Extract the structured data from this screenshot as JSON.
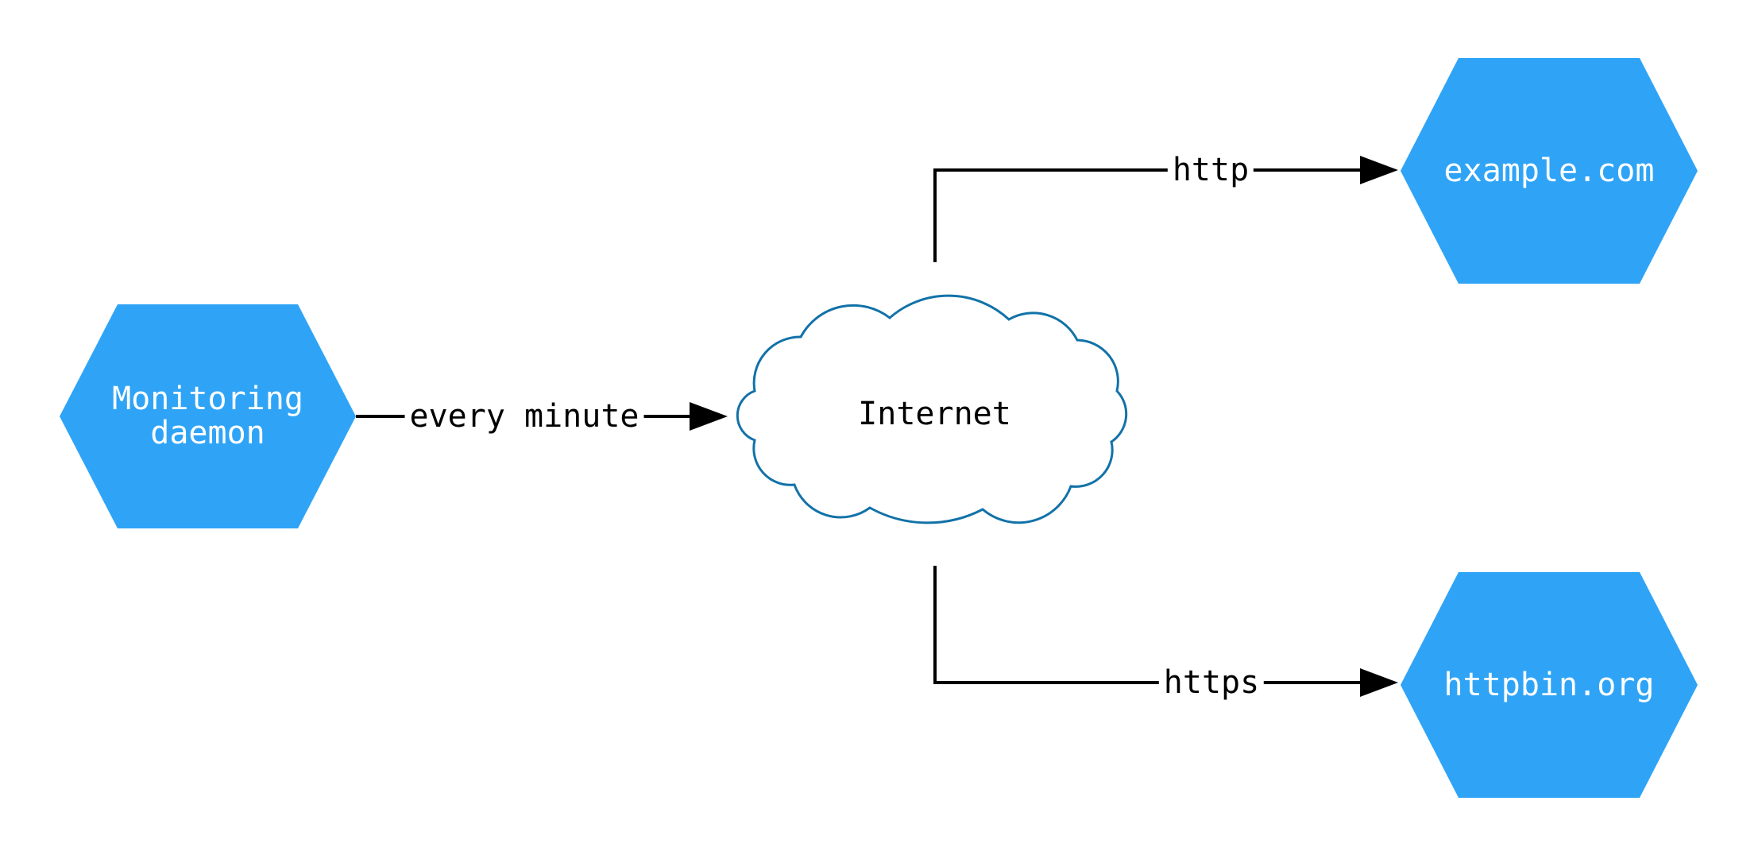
{
  "diagram": {
    "background_color": "#ffffff",
    "colors": {
      "node_fill": "#2FA4F7",
      "node_text": "#ffffff",
      "cloud_stroke": "#1272A8",
      "cloud_fill": "#ffffff",
      "edge": "#000000",
      "edge_text": "#000000"
    },
    "nodes": [
      {
        "id": "monitoring-daemon",
        "shape": "hexagon",
        "label": "Monitoring\ndaemon"
      },
      {
        "id": "internet",
        "shape": "cloud",
        "label": "Internet"
      },
      {
        "id": "example-com",
        "shape": "hexagon",
        "label": "example.com"
      },
      {
        "id": "httpbin-org",
        "shape": "hexagon",
        "label": "httpbin.org"
      }
    ],
    "edges": [
      {
        "from": "monitoring-daemon",
        "to": "internet",
        "label": "every minute"
      },
      {
        "from": "internet",
        "to": "example-com",
        "label": "http"
      },
      {
        "from": "internet",
        "to": "httpbin-org",
        "label": "https"
      }
    ]
  }
}
